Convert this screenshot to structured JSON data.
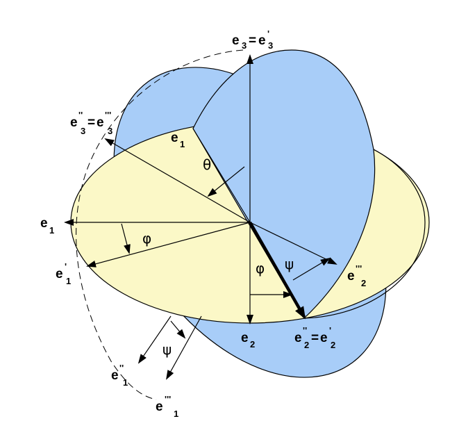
{
  "colors": {
    "ellipse_yellow": "#fbf8c7",
    "ellipse_blue": "#a8cdf8",
    "stroke": "#000000"
  },
  "labels": {
    "e3_eq": {
      "base1": "e",
      "sub1": "3",
      "eq": "=",
      "base2": "e",
      "sup2": "'",
      "sub2": "3"
    },
    "e3pp_eq": {
      "base1": "e",
      "sup1": "''",
      "sub1": "3",
      "eq": "=",
      "base2": "e",
      "sup2": "'''",
      "sub2": "3"
    },
    "e1_top": {
      "base": "e",
      "sub": "1"
    },
    "e1_left": {
      "base": "e",
      "sub": "1"
    },
    "e1p": {
      "base": "e",
      "sup": "'",
      "sub": "1"
    },
    "e2": {
      "base": "e",
      "sub": "2"
    },
    "e2pp_eq": {
      "base1": "e",
      "sup1": "''",
      "sub1": "2",
      "eq": "=",
      "base2": "e",
      "sup2": "'",
      "sub2": "2"
    },
    "e2ppp": {
      "base": "e",
      "sup": "'''",
      "sub": "2"
    },
    "e1pp": {
      "base": "e",
      "sup": "''",
      "sub": "1"
    },
    "e1ppp": {
      "base": "e",
      "sup": "'''",
      "sub": "1"
    }
  },
  "angles": {
    "theta": "θ",
    "phi_left": "φ",
    "phi_center": "φ",
    "psi_right": "ψ",
    "psi_bottom": "ψ"
  }
}
